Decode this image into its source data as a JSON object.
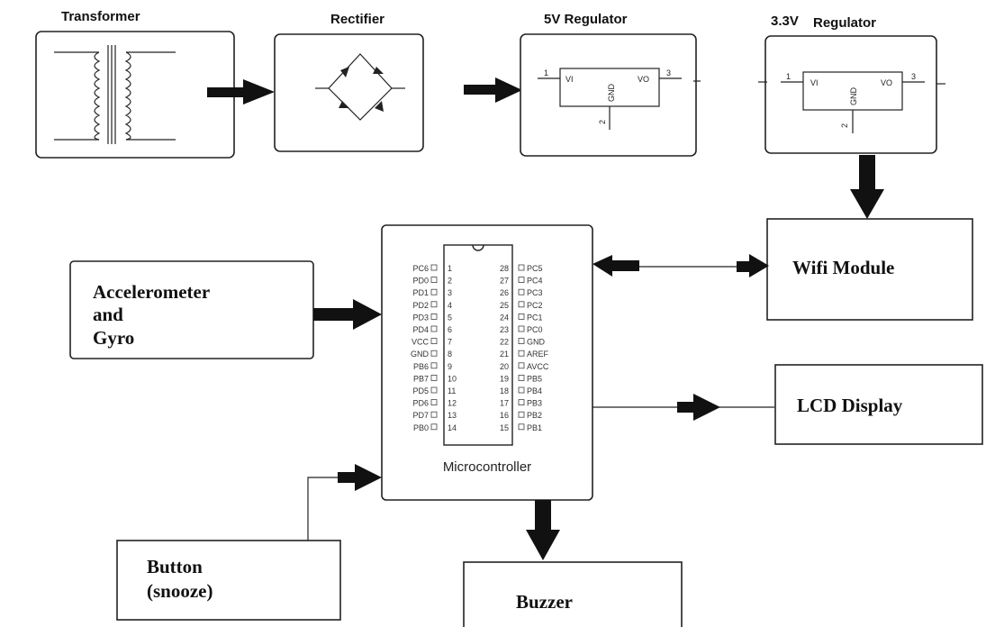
{
  "blocks": {
    "transformer": "Transformer",
    "rectifier": "Rectifier",
    "reg5": "5V Regulator",
    "reg33_a": "3.3V",
    "reg33_b": "Regulator",
    "wifi": "Wifi  Module",
    "lcd": "LCD Display",
    "accel": [
      "Accelerometer",
      "and",
      "Gyro"
    ],
    "button": [
      "Button",
      "(snooze)"
    ],
    "buzzer": "Buzzer",
    "micro": "Microcontroller"
  },
  "regulator_labels": {
    "vi": "VI",
    "vo": "VO",
    "gnd": "GND",
    "pin1": "1",
    "pin2": "2",
    "pin3": "3"
  },
  "ic_left_pins": [
    {
      "name": "PC6",
      "num": "1"
    },
    {
      "name": "PD0",
      "num": "2"
    },
    {
      "name": "PD1",
      "num": "3"
    },
    {
      "name": "PD2",
      "num": "4"
    },
    {
      "name": "PD3",
      "num": "5"
    },
    {
      "name": "PD4",
      "num": "6"
    },
    {
      "name": "VCC",
      "num": "7"
    },
    {
      "name": "GND",
      "num": "8"
    },
    {
      "name": "PB6",
      "num": "9"
    },
    {
      "name": "PB7",
      "num": "10"
    },
    {
      "name": "PD5",
      "num": "11"
    },
    {
      "name": "PD6",
      "num": "12"
    },
    {
      "name": "PD7",
      "num": "13"
    },
    {
      "name": "PB0",
      "num": "14"
    }
  ],
  "ic_right_pins": [
    {
      "name": "PC5",
      "num": "28"
    },
    {
      "name": "PC4",
      "num": "27"
    },
    {
      "name": "PC3",
      "num": "26"
    },
    {
      "name": "PC2",
      "num": "25"
    },
    {
      "name": "PC1",
      "num": "24"
    },
    {
      "name": "PC0",
      "num": "23"
    },
    {
      "name": "GND",
      "num": "22"
    },
    {
      "name": "AREF",
      "num": "21"
    },
    {
      "name": "AVCC",
      "num": "20"
    },
    {
      "name": "PB5",
      "num": "19"
    },
    {
      "name": "PB4",
      "num": "18"
    },
    {
      "name": "PB3",
      "num": "17"
    },
    {
      "name": "PB2",
      "num": "16"
    },
    {
      "name": "PB1",
      "num": "15"
    }
  ]
}
